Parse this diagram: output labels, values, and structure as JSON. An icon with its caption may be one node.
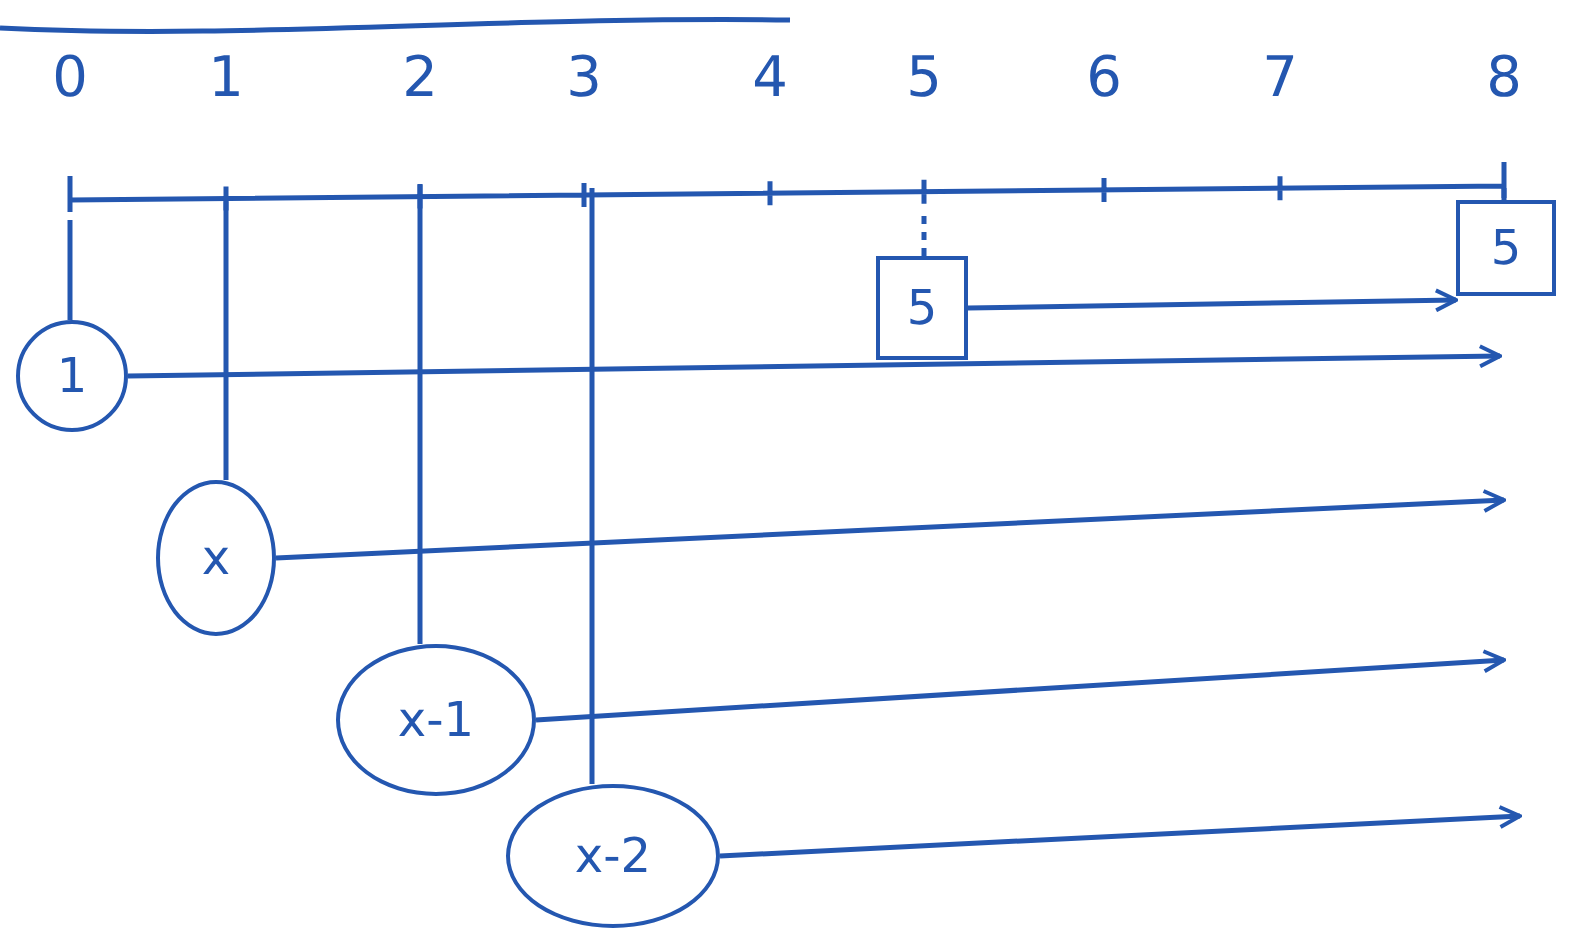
{
  "diagram": {
    "nodes": [
      {
        "text": [
          "5"
        ]
      },
      {
        "text": [
          "5"
        ]
      },
      {
        "text": [
          "1"
        ]
      },
      {
        "text": [
          "x"
        ]
      },
      {
        "text": [
          "x-1"
        ]
      },
      {
        "text": [
          "x-2"
        ]
      }
    ],
    "edges": [
      {
        "from": null,
        "to": 0,
        "arrow": "none"
      },
      {
        "from": null,
        "to": 1,
        "arrow": "none",
        "style": "dashed"
      },
      {
        "from": null,
        "to": 2,
        "arrow": "none"
      },
      {
        "from": null,
        "to": 3,
        "arrow": "none"
      },
      {
        "from": null,
        "to": 4,
        "arrow": "none"
      },
      {
        "from": null,
        "to": 5,
        "arrow": "none"
      },
      {
        "from": 1,
        "to": 0,
        "arrow": "to"
      },
      {
        "from": 2,
        "to": null,
        "arrow": "to"
      },
      {
        "from": 3,
        "to": null,
        "arrow": "to"
      },
      {
        "from": 4,
        "to": null,
        "arrow": "to"
      },
      {
        "from": 5,
        "to": null,
        "arrow": "to"
      }
    ],
    "labels": [
      "0",
      "1",
      "2",
      "3",
      "4",
      "5",
      "6",
      "7",
      "8"
    ]
  }
}
